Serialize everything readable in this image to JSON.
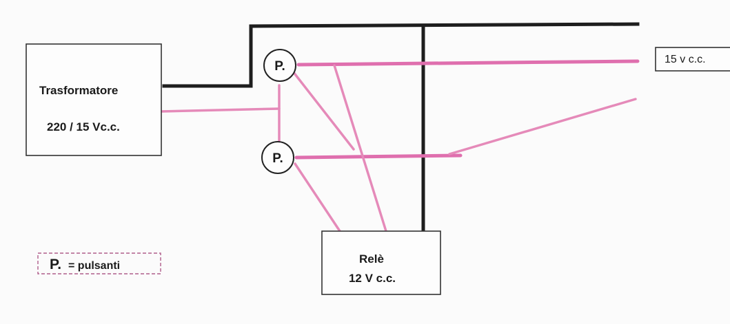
{
  "transformer": {
    "title": "Trasformatore",
    "rating": "220 / 15 Vc.c."
  },
  "relay": {
    "title": "Relè",
    "rating": "12 V c.c."
  },
  "output": {
    "label": "15 v c.c."
  },
  "push_buttons": {
    "top_label": "P.",
    "bottom_label": "P."
  },
  "legend": {
    "symbol": "P.",
    "text": "= pulsanti"
  },
  "colors": {
    "black_wire": "#1e1e1e",
    "pink_wire": "#df6fae",
    "legend_border": "#b05c8a"
  }
}
